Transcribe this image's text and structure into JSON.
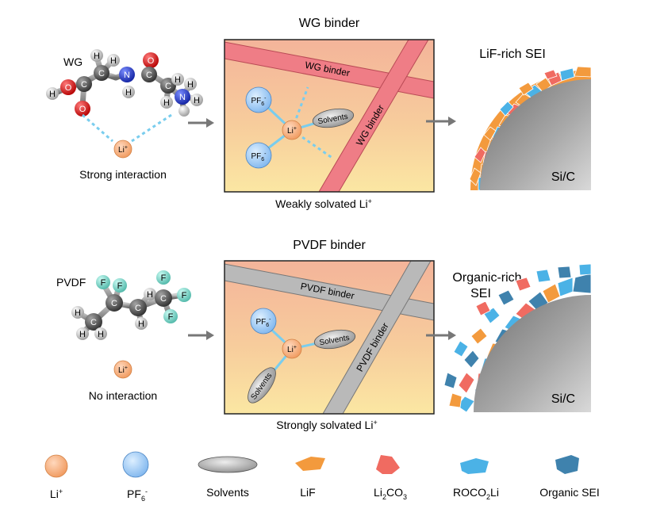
{
  "top": {
    "title": "WG binder",
    "molecule_label": "WG",
    "interaction": "Strong interaction",
    "box_caption": "Weakly solvated Li",
    "binder_text": "WG binder",
    "sei_title": "LiF-rich SEI",
    "core_label": "Si/C"
  },
  "bottom": {
    "title": "PVDF binder",
    "molecule_label": "PVDF",
    "interaction": "No interaction",
    "box_caption": "Strongly solvated Li",
    "binder_text": "PVDF binder",
    "sei_title_1": "Organic-rich",
    "sei_title_2": "SEI",
    "core_label": "Si/C"
  },
  "species": {
    "li": "Li",
    "li_sup": "+",
    "pf": "PF",
    "pf_sub": "6",
    "pf_sup": "-",
    "solvents": "Solvents"
  },
  "atoms": {
    "H": "H",
    "C": "C",
    "O": "O",
    "N": "N",
    "F": "F"
  },
  "legend": {
    "li": "Li",
    "li_sup": "+",
    "pf": "PF",
    "pf_sub": "6",
    "pf_sup": "-",
    "solvents": "Solvents",
    "lif": "LiF",
    "li2co3_a": "Li",
    "li2co3_sub1": "2",
    "li2co3_b": "CO",
    "li2co3_sub2": "3",
    "roco2li_a": "ROCO",
    "roco2li_sub": "2",
    "roco2li_b": "Li",
    "organic": "Organic SEI"
  },
  "colors": {
    "lif": "#f39a3d",
    "li2co3": "#f06b61",
    "roco2li": "#4bb2e6",
    "organic": "#3f82ad",
    "wg_binder": "#ef7d86",
    "pvdf_binder": "#b9b9b9"
  }
}
